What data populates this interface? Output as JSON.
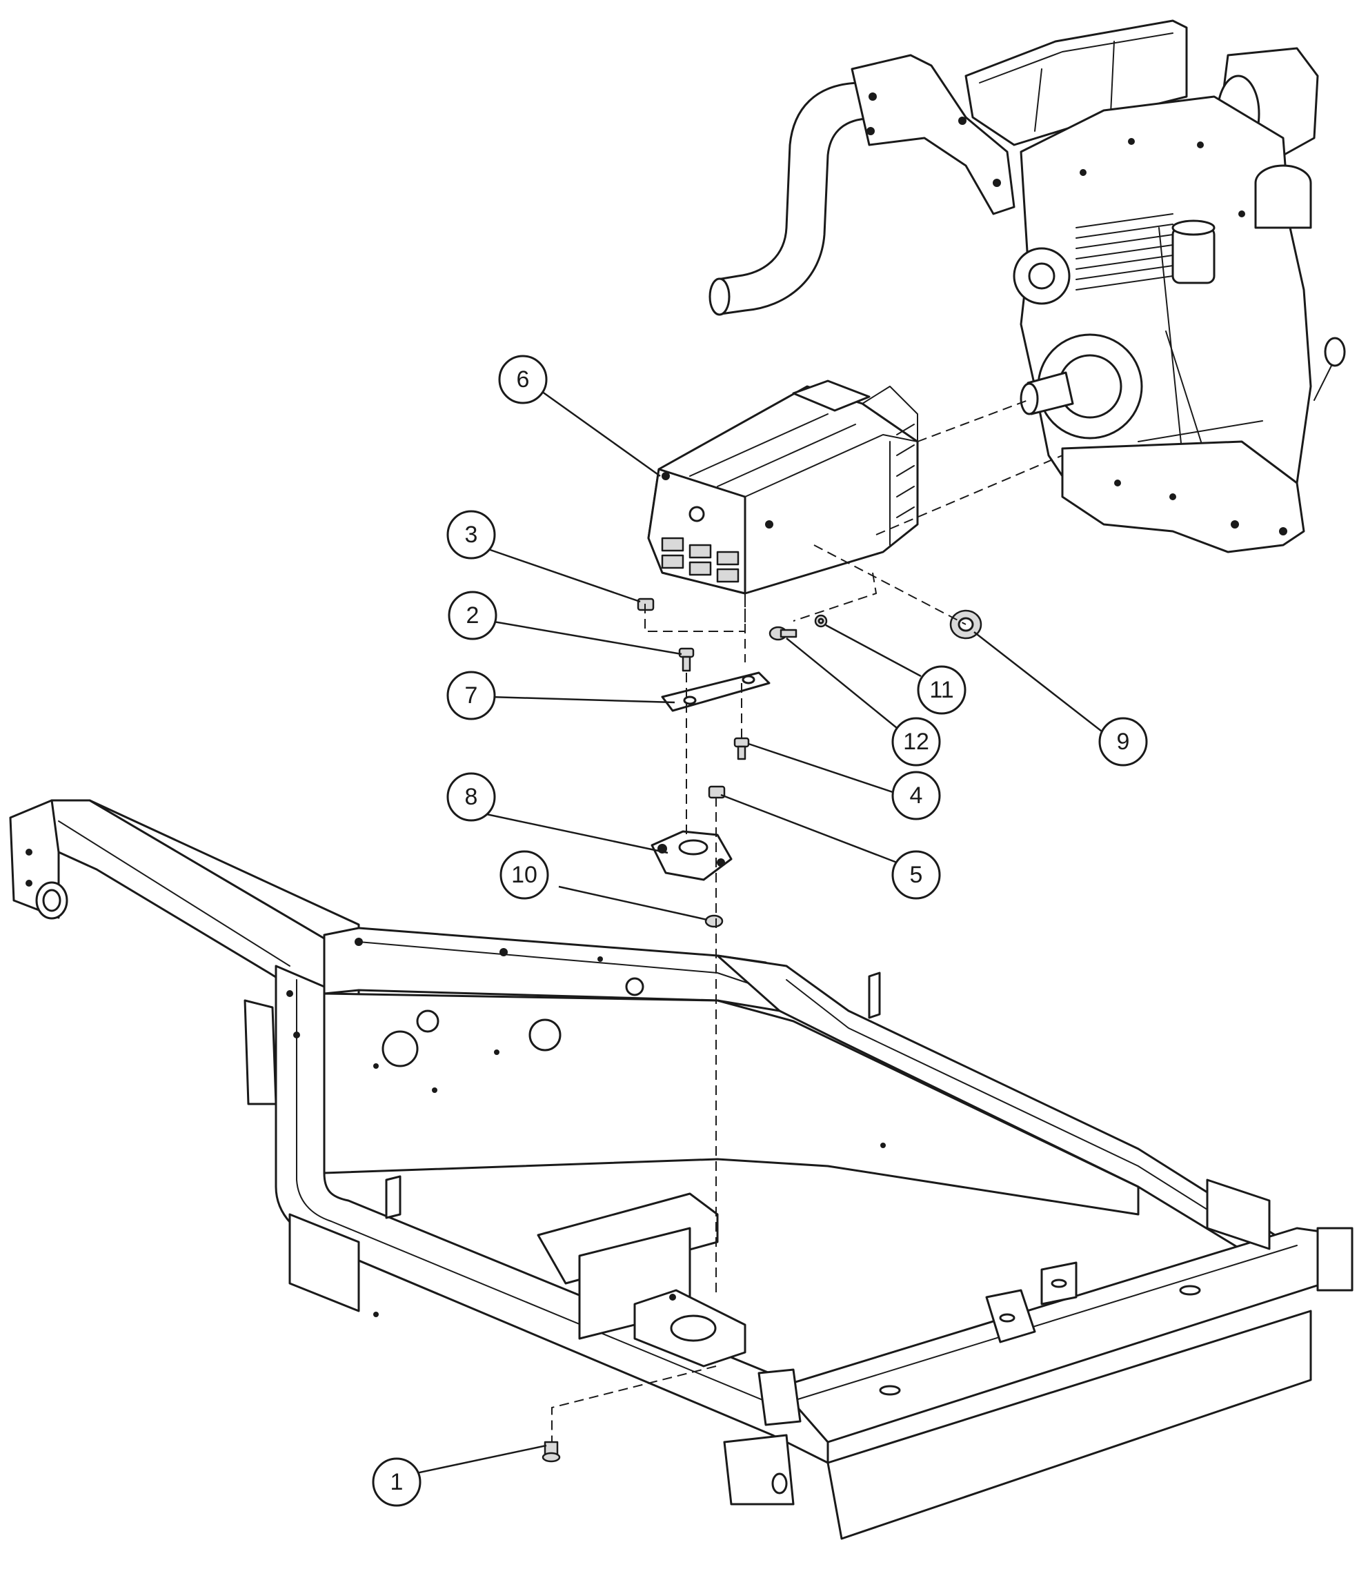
{
  "callouts": [
    {
      "id": "callout-1",
      "label": "1"
    },
    {
      "id": "callout-2",
      "label": "2"
    },
    {
      "id": "callout-3",
      "label": "3"
    },
    {
      "id": "callout-4",
      "label": "4"
    },
    {
      "id": "callout-5",
      "label": "5"
    },
    {
      "id": "callout-6",
      "label": "6"
    },
    {
      "id": "callout-7",
      "label": "7"
    },
    {
      "id": "callout-8",
      "label": "8"
    },
    {
      "id": "callout-9",
      "label": "9"
    },
    {
      "id": "callout-10",
      "label": "10"
    },
    {
      "id": "callout-11",
      "label": "11"
    },
    {
      "id": "callout-12",
      "label": "12"
    }
  ],
  "colors": {
    "line": "#1a1a1a",
    "background": "#ffffff",
    "shade": "#d9d9d9"
  }
}
